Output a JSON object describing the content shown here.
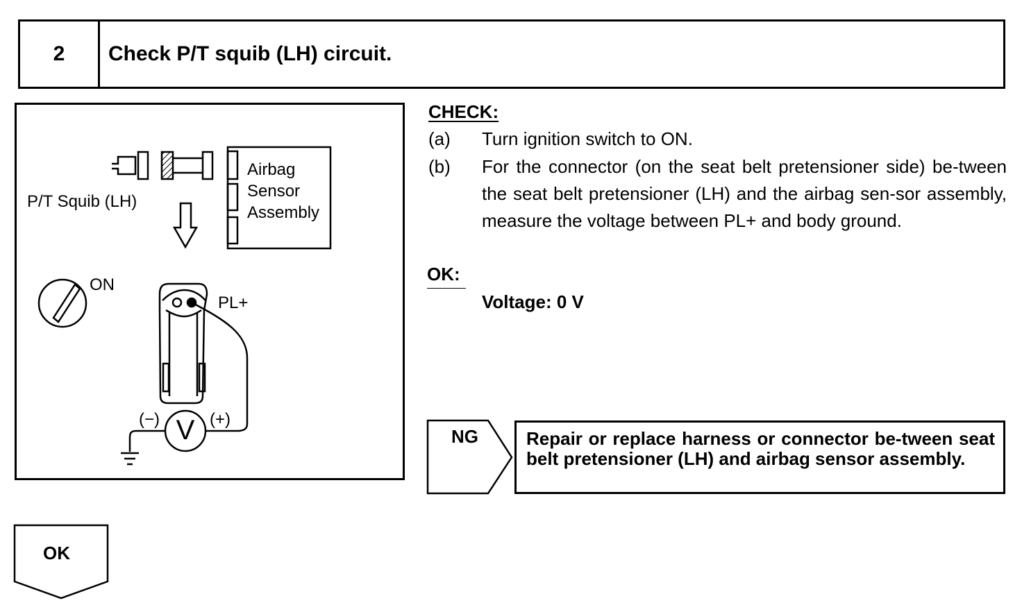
{
  "header": {
    "step_number": "2",
    "title": "Check P/T squib (LH) circuit."
  },
  "figure": {
    "label_squib": "P/T Squib (LH)",
    "label_sensor_1": "Airbag",
    "label_sensor_2": "Sensor",
    "label_sensor_3": "Assembly",
    "label_on": "ON",
    "label_pl": "PL+",
    "label_minus": "(−)",
    "label_plus": "(+)",
    "label_meter": "V"
  },
  "check": {
    "heading": "CHECK:",
    "steps": [
      {
        "letter": "(a)",
        "text": "Turn ignition switch to ON."
      },
      {
        "letter": "(b)",
        "text": "For the connector (on the seat belt pretensioner side) be-tween the seat belt pretensioner (LH) and the airbag sen-sor assembly, measure the voltage between PL+ and body ground."
      }
    ]
  },
  "ok": {
    "heading": "OK:",
    "value": "Voltage: 0 V"
  },
  "ng": {
    "label": "NG",
    "text": "Repair or replace harness or connector be-tween seat belt pretensioner (LH) and airbag sensor assembly."
  },
  "ok_arrow": {
    "label": "OK"
  }
}
